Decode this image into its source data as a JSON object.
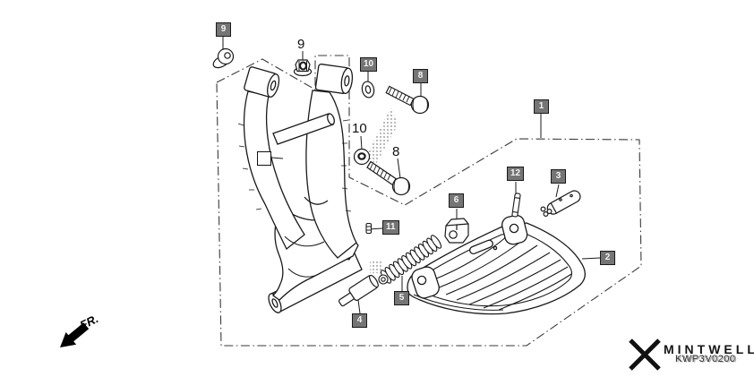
{
  "diagram": {
    "boxed_callouts": [
      "9",
      "10",
      "8",
      "1",
      "12",
      "3",
      "6",
      "11",
      "2",
      "5",
      "4"
    ],
    "plain_callouts": [
      "9",
      "10",
      "8"
    ],
    "blank_callout": "",
    "direction_label": "FR.",
    "icons": {
      "fr_arrow": "↙",
      "brand_mark": "⋈"
    }
  },
  "footer": {
    "brand": "MINTWELL",
    "part_code": "KWP3V0200"
  }
}
